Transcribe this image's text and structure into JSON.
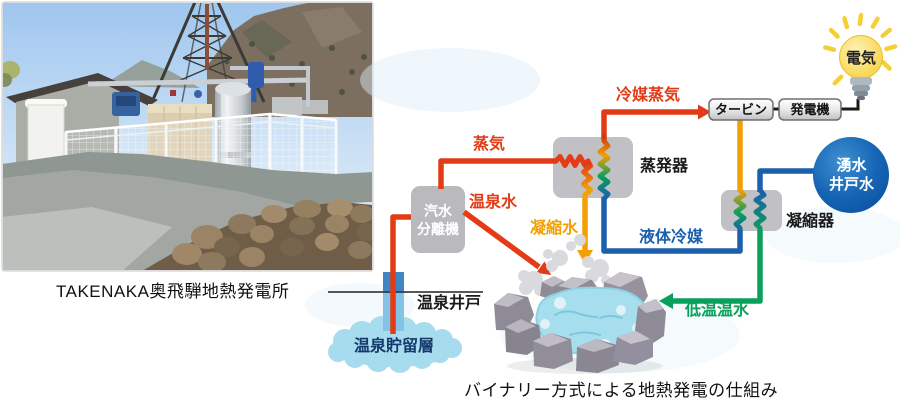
{
  "photo": {
    "caption": "TAKENAKA奥飛騨地熱発電所",
    "subject": "geothermal-power-plant-photo"
  },
  "diagram": {
    "caption": "バイナリー方式による地熱発電の仕組み",
    "nodes": {
      "separator": {
        "line1": "汽水",
        "line2": "分離機"
      },
      "evaporator": {
        "label": "蒸発器"
      },
      "condenser": {
        "label": "凝縮器"
      },
      "turbine": {
        "label": "タービン"
      },
      "generator": {
        "label": "発電機"
      },
      "electricity": {
        "label": "電気"
      },
      "well_water": {
        "line1": "湧水",
        "line2": "井戸水"
      },
      "hot_spring_well": {
        "label": "温泉井戸"
      },
      "hot_spring_reservoir": {
        "label": "温泉貯留層"
      }
    },
    "flows": {
      "steam": {
        "label": "蒸気",
        "color": "#e23b16"
      },
      "refrigerant_vapor": {
        "label": "冷媒蒸気",
        "color": "#e23b16"
      },
      "hot_spring_water": {
        "label": "温泉水",
        "color": "#e23b16"
      },
      "condensate_water": {
        "label": "凝縮水",
        "color": "#f2a005"
      },
      "liquid_refrigerant": {
        "label": "液体冷媒",
        "color": "#1b5fad"
      },
      "low_temp_water": {
        "label": "低温温水",
        "color": "#09a05a"
      }
    },
    "colors": {
      "hot_red": "#e23b16",
      "condensate_orange": "#f2a005",
      "cold_blue": "#1b5fad",
      "warm_green": "#09a05a",
      "equipment_gray": "#c1c1c5",
      "reservoir_cloud_blue": "#a7dbee",
      "well_water_circle_blue": "#0d57a7",
      "bulb_yellow": "#f7d144"
    }
  }
}
